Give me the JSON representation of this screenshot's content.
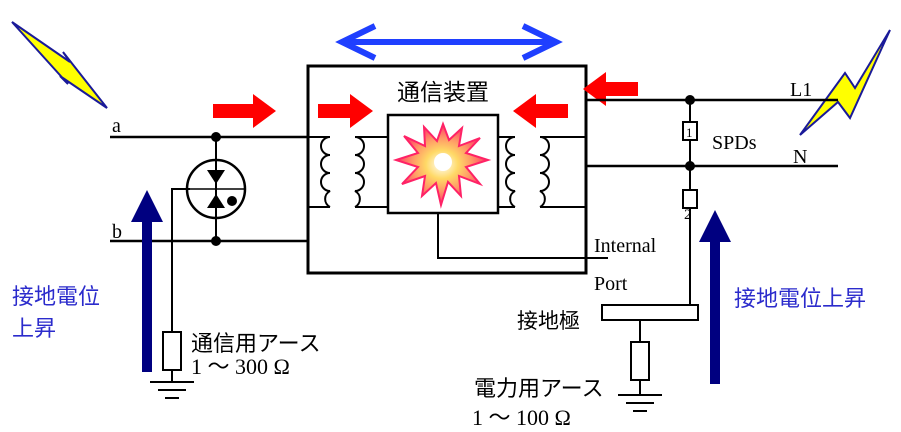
{
  "device_label": "通信装置",
  "comm_lines": {
    "a": "a",
    "b": "b"
  },
  "power_lines": {
    "l1": "L1",
    "n": "N"
  },
  "spd_label": "SPDs",
  "spd_numbers": {
    "first": "1",
    "second": "2"
  },
  "internal_port": {
    "line1": "Internal",
    "line2": "Port"
  },
  "ground_rise_left": {
    "line1": "接地電位",
    "line2": "上昇"
  },
  "ground_rise_right": "接地電位上昇",
  "comm_earth": {
    "label": "通信用アース",
    "range": "1 ～ 300 Ω"
  },
  "ground_electrode": "接地極",
  "power_earth": {
    "label": "電力用アース",
    "range": "1 ～ 100 Ω"
  },
  "colors": {
    "lightning_fill": "#ffff00",
    "lightning_stroke": "#1a1a99",
    "surge_arrow": "#ff0000",
    "ground_rise_arrow": "#000080",
    "potential_arrow": "#1f3fff",
    "ground_rise_text": "#2b2bcc",
    "line": "#000000"
  },
  "icons": {
    "lightning": "lightning-bolt-icon",
    "explosion": "explosion-burst-icon",
    "gas_arrester": "gas-discharge-tube-icon",
    "ground": "ground-symbol-icon"
  }
}
